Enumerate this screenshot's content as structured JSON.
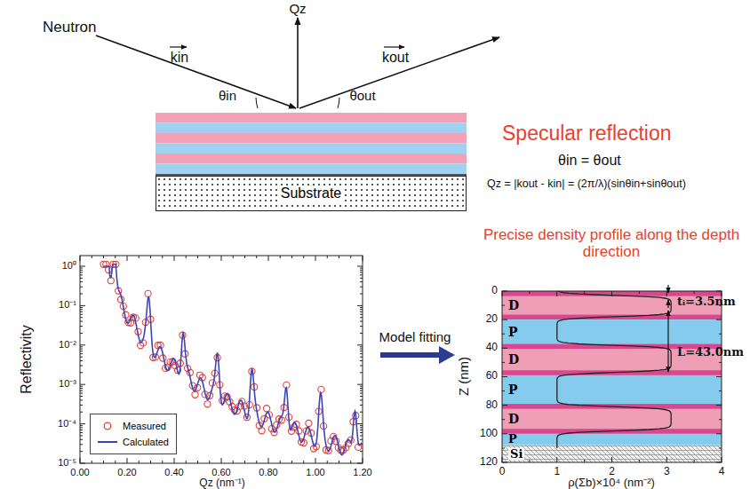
{
  "diagram": {
    "nodes": [
      {
        "text": [
          "Substrate"
        ]
      },
      {
        "text": [
          "D"
        ]
      },
      {
        "text": [
          "P"
        ]
      },
      {
        "text": [
          "D"
        ]
      },
      {
        "text": [
          "P"
        ]
      },
      {
        "text": [
          "D"
        ]
      },
      {
        "text": [
          "P"
        ]
      },
      {
        "text": [
          "Si"
        ]
      }
    ],
    "labels": [
      "Neutron",
      "Qz",
      "kin",
      "kout",
      "θin",
      "θout",
      "Specular reflection",
      "θin = θout",
      "Qz = |kout - kin| = (2π/λ)(sinθin+sinθout)",
      "Reflectivity",
      "10⁰",
      "10⁻¹",
      "10⁻²",
      "10⁻³",
      "10⁻⁴",
      "10⁻⁵",
      "0.00",
      "0.20",
      "0.40",
      "0.60",
      "0.80",
      "1.00",
      "1.20",
      "Qz (nm⁻¹)",
      "Model fitting",
      "Precise density profile along the depth direction",
      "Z (nm)",
      "0",
      "20",
      "40",
      "60",
      "80",
      "100",
      "120",
      "0",
      "1",
      "2",
      "3",
      "4",
      "ρ(Σb)×10⁴ (nm⁻²)",
      "tᵢ=3.5nm",
      "L=43.0nm"
    ],
    "legend": [
      {
        "text": "Measured"
      },
      {
        "text": "Calculated"
      }
    ]
  }
}
